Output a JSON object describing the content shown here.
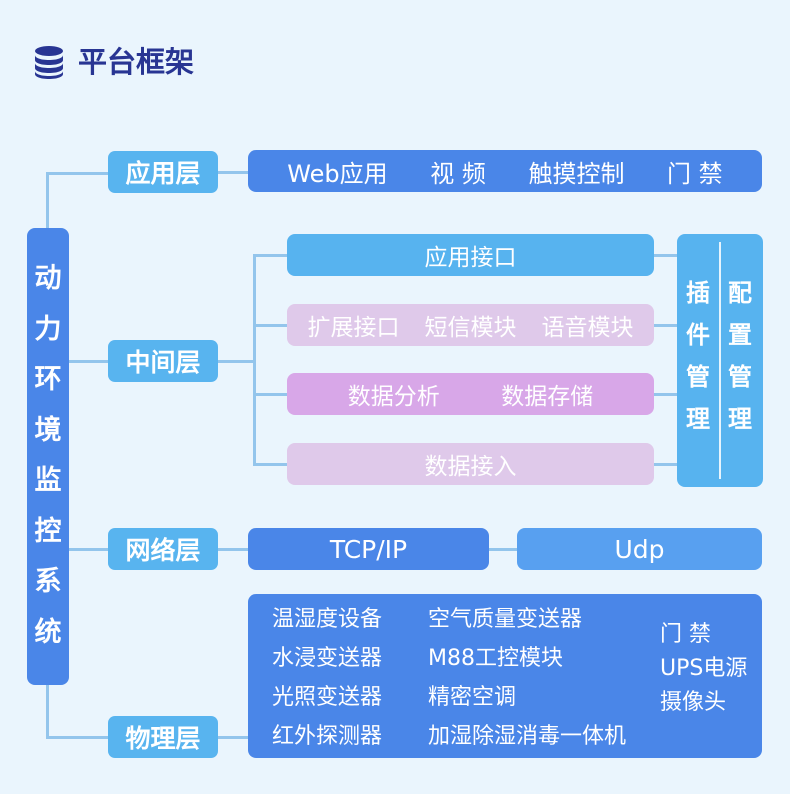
{
  "title": "平台框架",
  "icons": {
    "title": "database-icon"
  },
  "colors": {
    "primary": "#4a86e8",
    "light": "#58b4ef",
    "purple": "#d8a7e8",
    "lavender": "#dfc9ea",
    "title": "#283593"
  },
  "side_label": [
    "动",
    "力",
    "环",
    "境",
    "监",
    "控",
    "系",
    "统"
  ],
  "layers": {
    "app": {
      "label": "应用层",
      "items": [
        "Web应用",
        "视 频",
        "触摸控制",
        "门 禁"
      ]
    },
    "middle": {
      "label": "中间层",
      "api": "应用接口",
      "ext": [
        "扩展接口",
        "短信模块",
        "语音模块"
      ],
      "data": [
        "数据分析",
        "数据存储"
      ],
      "input": "数据接入",
      "mgmt_left": [
        "插",
        "件",
        "管",
        "理"
      ],
      "mgmt_right": [
        "配",
        "置",
        "管",
        "理"
      ]
    },
    "network": {
      "label": "网络层",
      "items": [
        "TCP/IP",
        "Udp"
      ]
    },
    "physical": {
      "label": "物理层",
      "col1": [
        "温湿度设备",
        "水浸变送器",
        "光照变送器",
        "红外探测器"
      ],
      "col2": [
        "空气质量变送器",
        "M88工控模块",
        "精密空调",
        "加湿除湿消毒一体机"
      ],
      "col3": [
        "门 禁",
        "UPS电源",
        "摄像头"
      ]
    }
  }
}
